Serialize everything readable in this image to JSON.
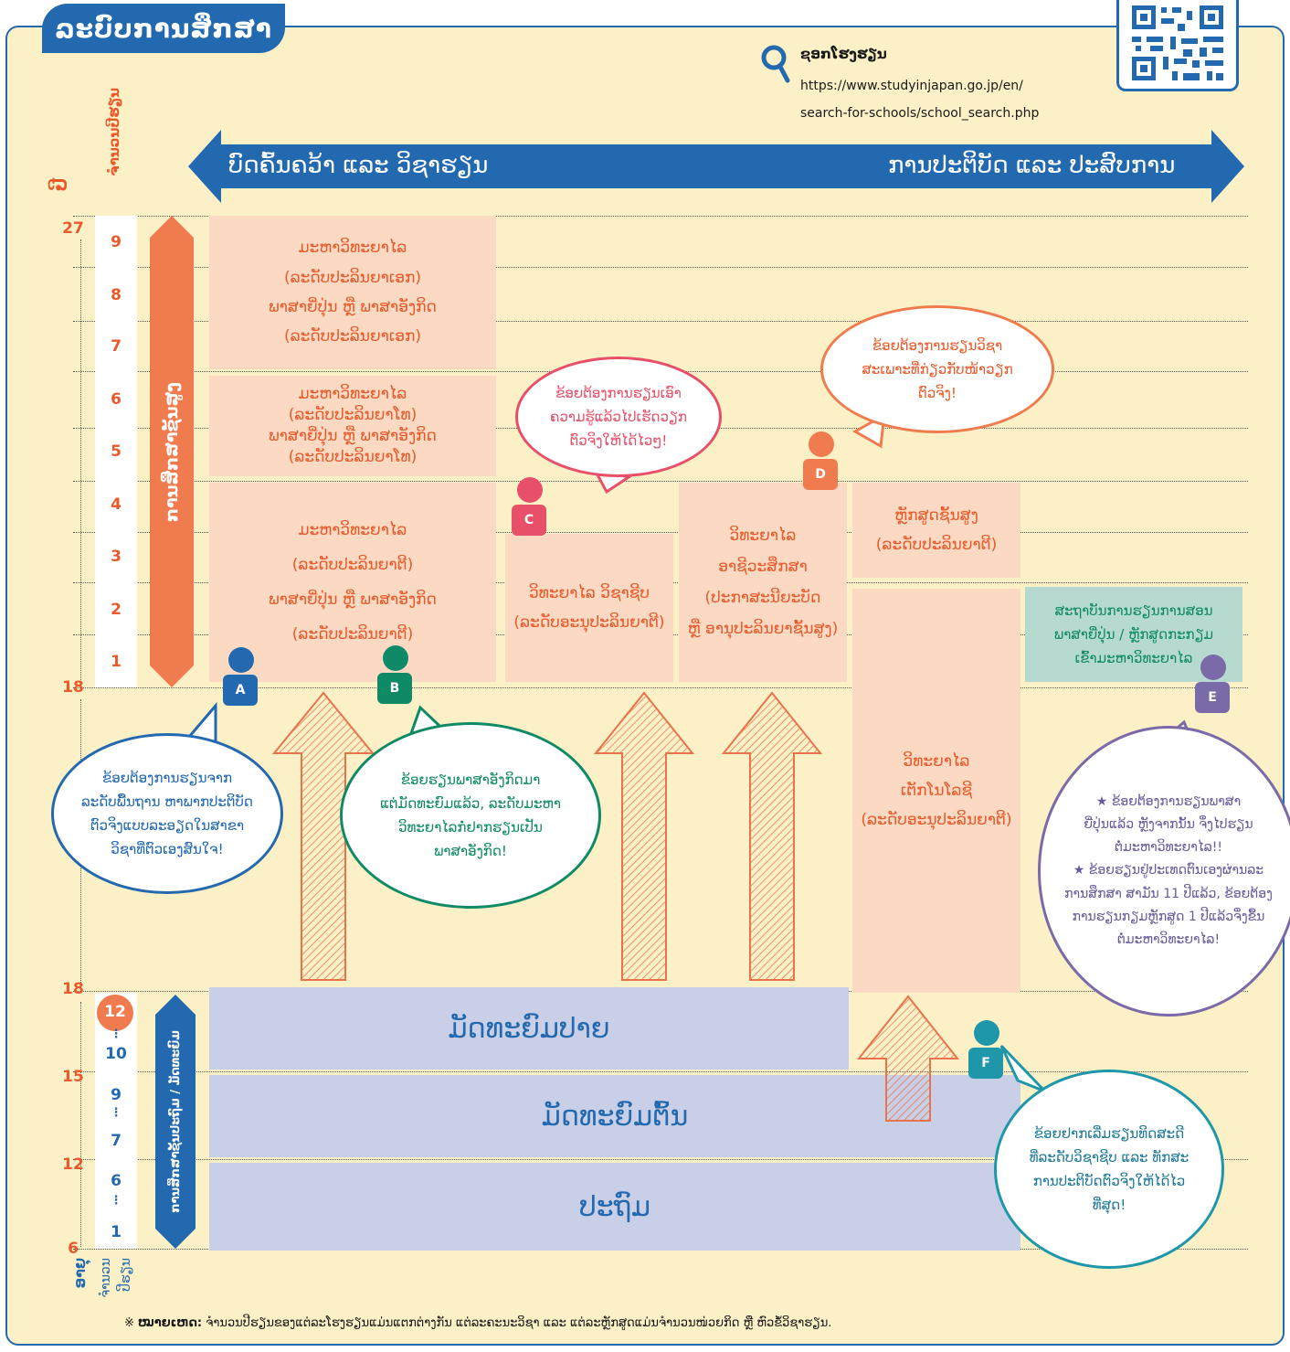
{
  "title": "ລະບົບການສຶກສາ",
  "search": {
    "label": "ຊອກໂຮງຮຽນ",
    "url_line1": "https://www.studyinjapan.go.jp/en/",
    "url_line2": "search-for-schools/school_search.php"
  },
  "arrow": {
    "left_label": "ບົດຄົ້ນຄວ້າ ແລະ ວິຊາຮຽນ",
    "right_label": "ການປະຕິບັດ ແລະ ປະສົບການ"
  },
  "axis": {
    "years_header": "ຈຳນວນປີຮຽນ",
    "age_header": "ປີ",
    "age_footer": "ອາຍຸ",
    "years_footer_1": "ຈຳນວນ",
    "years_footer_2": "ປີຮຽນ",
    "ages": [
      "27",
      "18",
      "18",
      "15",
      "12",
      "6"
    ],
    "higher_years": [
      "9",
      "8",
      "7",
      "6",
      "5",
      "4",
      "3",
      "2",
      "1"
    ],
    "lower_years": [
      "12",
      "⋮",
      "10",
      "9",
      "⋮",
      "7",
      "6",
      "⋮",
      "1"
    ]
  },
  "bars": {
    "higher": "ການສຶກສາຊັ້ນສູງ",
    "lower": "ການສຶກສາຊັ້ນປະຖົມ / ມັດທະຍົມ"
  },
  "boxes": {
    "doctor": [
      "ມະຫາວິທະຍາໄລ",
      "(ລະດັບປະລິນຍາເອກ)",
      "ພາສາຍີ່ປຸ່ນ ຫຼື ພາສາອັງກິດ",
      "(ລະດັບປະລິນຍາເອກ)"
    ],
    "master": [
      "ມະຫາວິທະຍາໄລ",
      "(ລະດັບປະລິນຍາໂທ)",
      "ພາສາຍີ່ປຸ່ນ ຫຼື ພາສາອັງກິດ",
      "(ລະດັບປະລິນຍາໂທ)"
    ],
    "bachelor": [
      "ມະຫາວິທະຍາໄລ",
      "(ລະດັບປະລິນຍາຕີ)",
      "ພາສາຍີ່ປຸ່ນ ຫຼື ພາສາອັງກິດ",
      "(ລະດັບປະລິນຍາຕີ)"
    ],
    "junior": [
      "ວິທະຍາໄລ ວິຊາຊີບ",
      "(ລະດັບອະນຸປະລິນຍາຕີ)"
    ],
    "professional": [
      "ວິທະຍາໄລ",
      "ອາຊີວະສຶກສາ",
      "(ປະກາສະນີຍະບັດ",
      "ຫຼື ອານຸປະລິນຍາຊັ້ນສູງ)"
    ],
    "advanced": [
      "ຫຼັກສູດຊັ້ນສູງ",
      "(ລະດັບປະລິນຍາຕີ)"
    ],
    "tech": [
      "ວິທະຍາໄລ",
      "ເຕັກໂນໂລຊີ",
      "(ລະດັບອະນຸປະລິນຍາຕີ)"
    ],
    "language": [
      "ສະຖາບັນການຮຽນການສອນ",
      "ພາສາຍີ່ປຸ່ນ / ຫຼັກສູດກະກຽມ",
      "ເຂົ້າມະຫາວິທະຍາໄລ"
    ],
    "upper_secondary": "ມັດທະຍົມປາຍ",
    "lower_secondary": "ມັດທະຍົມຕົ້ນ",
    "primary": "ປະຖົມ"
  },
  "persons": [
    "A",
    "B",
    "C",
    "D",
    "E",
    "F"
  ],
  "bubbles": {
    "a": [
      "ຂ້ອຍຕ້ອງການຮຽນຈາກ",
      "ລະດັບພື້ນຖານ ຫາພາກປະຕິບັດ",
      "ຕົວຈິງແບບລະອຽດໃນສາຂາ",
      "ວິຊາທີ່ຕົວເອງສົນໃຈ!"
    ],
    "b": [
      "ຂ້ອຍຮຽນພາສາອັງກິດມາ",
      "ແຕ່ມັດທະຍົມແລ້ວ, ລະດັບມະຫາ",
      "ວິທະຍາໄລກໍ່ຢາກຮຽນເປັນ",
      "ພາສາອັງກິດ!"
    ],
    "c": [
      "ຂ້ອຍຕ້ອງການຮຽນເອົາ",
      "ຄວາມຮູ້ແລ້ວໄປເຮັດວຽກ",
      "ຕົວຈິງໃຫ້ໄດ້ໄວໆ!"
    ],
    "d": [
      "ຂ້ອຍຕ້ອງການຮຽນວິຊາ",
      "ສະເພາະທີ່ກ່ຽວກັບໜ້າວຽກ",
      "ຕົວຈິງ!"
    ],
    "e": [
      "★ ຂ້ອຍຕ້ອງການຮຽນພາສາ",
      "ຍີ່ປຸ່ນແລ້ວ ຫຼັງຈາກນັ້ນ ຈຶ່ງໄປຮຽນ",
      "ຕໍ່ມະຫາວິທະຍາໄລ!!",
      "★ ຂ້ອຍຮຽນຢູ່ປະເທດຕົນເອງຜ່ານລະ",
      "ການສຶກສາ ສາມັນ 11 ປີແລ້ວ, ຂ້ອຍຕ້ອງ",
      "ການຮຽນກຽມຫຼັກສູດ 1 ປີແລ້ວຈຶ່ງຂຶ້ນ",
      "ຕໍ່ມະຫາວິທະຍາໄລ!"
    ],
    "f": [
      "ຂ້ອຍຢາກເລີ່ມຮຽນທິດສະດີ",
      "ທີ່ລະດັບວິຊາຊີບ ແລະ ທັກສະ",
      "ການປະຕິບັດຕົວຈິງໃຫ້ໄດ້ໄວ",
      "ທີ່ສຸດ!"
    ]
  },
  "note": {
    "mark": "※",
    "label": "ໝາຍເຫດ:",
    "text": "ຈຳນວນປີຮຽນຂອງແຕ່ລະໂຮງຮຽນແມ່ນແຕກຕ່າງກັນ ແຕ່ລະຄະນະວິຊາ ແລະ ແຕ່ລະຫຼັກສູດແມ່ນຈຳນວນໜ່ວຍກິດ ຫຼື ຫົວຂໍ້ວິຊາຮຽນ."
  },
  "colors": {
    "blue": "#2369b0",
    "orange": "#f07b4e",
    "pink_box": "#fcd9c3",
    "lavender_box": "#c8cfe6",
    "teal_box": "#b6d9d0",
    "background": "#fcf0c6"
  },
  "icons": [
    "search-icon",
    "qr-code"
  ]
}
